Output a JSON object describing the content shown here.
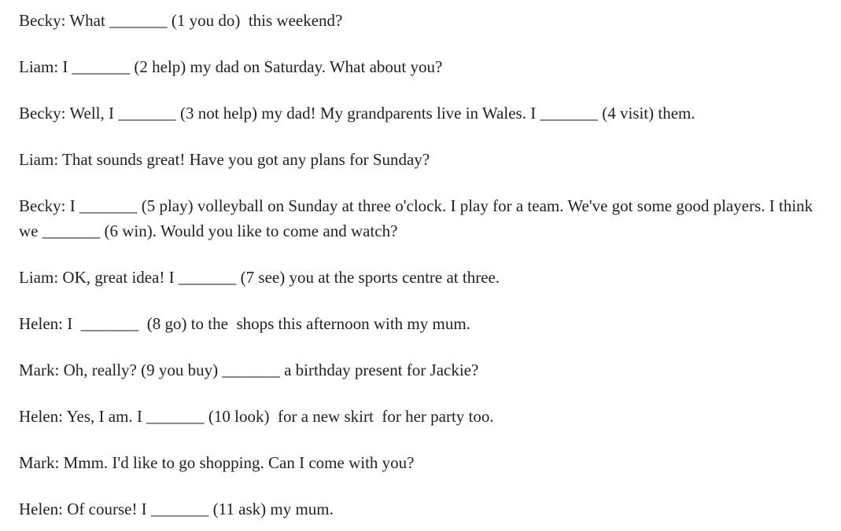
{
  "document": {
    "lines": [
      "Becky: What _______ (1 you do)  this weekend?",
      "Liam: I _______ (2 help) my dad on Saturday. What about you?",
      "Becky: Well, I _______ (3 not help) my dad! My grandparents live in Wales. I _______ (4 visit) them.",
      "Liam: That sounds great! Have you got any plans for Sunday?",
      "Becky: I _______ (5 play) volleyball on Sunday at three o'clock. I play for a team. We've got some good players. I think we _______ (6 win). Would you like to come and watch?",
      "Liam: OK, great idea! I _______ (7 see) you at the sports centre at three.",
      "Helen: I  _______  (8 go) to the  shops this afternoon with my mum.",
      "Mark: Oh, really? (9 you buy) _______ a birthday present for Jackie?",
      "Helen: Yes, I am. I _______ (10 look)  for a new skirt  for her party too.",
      "Mark: Mmm. I'd like to go shopping. Can I come with you?",
      "Helen: Of course! I _______ (11 ask) my mum."
    ]
  }
}
